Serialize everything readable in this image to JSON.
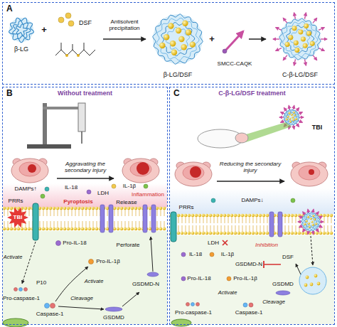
{
  "diagram": {
    "nodes": [
      {
        "text": [
          "A"
        ]
      },
      {
        "text": [
          "B",
          "Without treatment"
        ]
      },
      {
        "text": [
          "C",
          "C-β-LG/DSF treatment"
        ]
      }
    ],
    "labels": [
      "β-LG",
      "+",
      "DSF",
      "Antisolvent precipitation",
      "β-LG/DSF",
      "+",
      "SMCC-CAQK",
      "C-β-LG/DSF",
      "Aggravating the secondary injury",
      "DAMPs↑",
      "IL-18",
      "LDH",
      "IL-1β",
      "Inflammation",
      "Pyroptosis",
      "Release",
      "PRRs",
      "TBI",
      "Activate",
      "Pro-IL-18",
      "Perforate",
      "Pro-IL-1β",
      "Activate",
      "P10",
      "GSDMD-N",
      "Pro-caspase-1",
      "Cleavage",
      "Caspase-1",
      "GSDMD",
      "TBI",
      "Reducing the secondary injury",
      "DAMPs↓",
      "PRRs",
      "LDH",
      "IL-18",
      "IL-1β",
      "Inhibition",
      "GSDMD-N",
      "DSF",
      "Pro-IL-18",
      "Pro-IL-1β",
      "GSDMD",
      "Activate",
      "Cleavage",
      "Pro-caspase-1",
      "Caspase-1"
    ]
  }
}
